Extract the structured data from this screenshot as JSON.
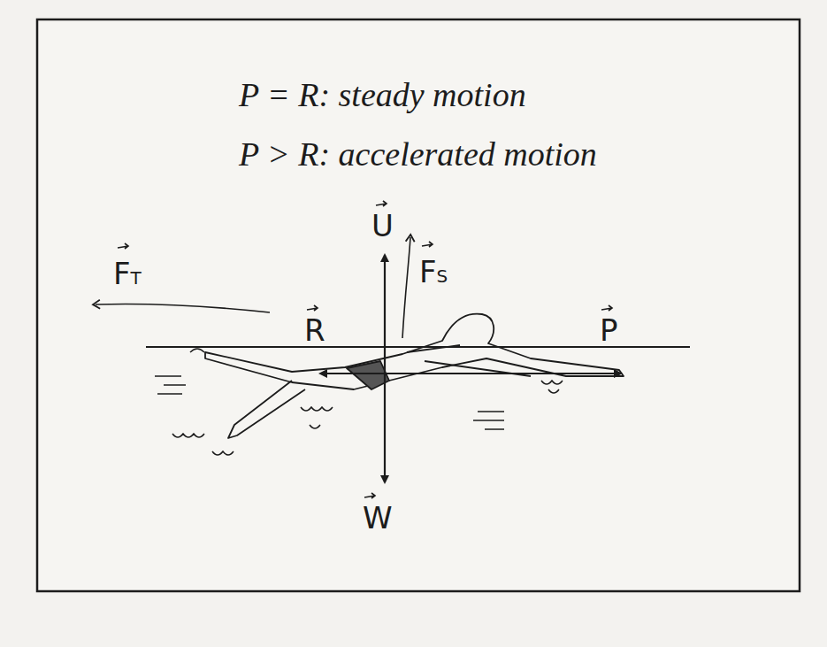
{
  "diagram": {
    "labels": [
      "P = R: steady motion",
      "P > R: accelerated motion",
      "U",
      "FS",
      "FT",
      "R",
      "P",
      "W"
    ]
  }
}
